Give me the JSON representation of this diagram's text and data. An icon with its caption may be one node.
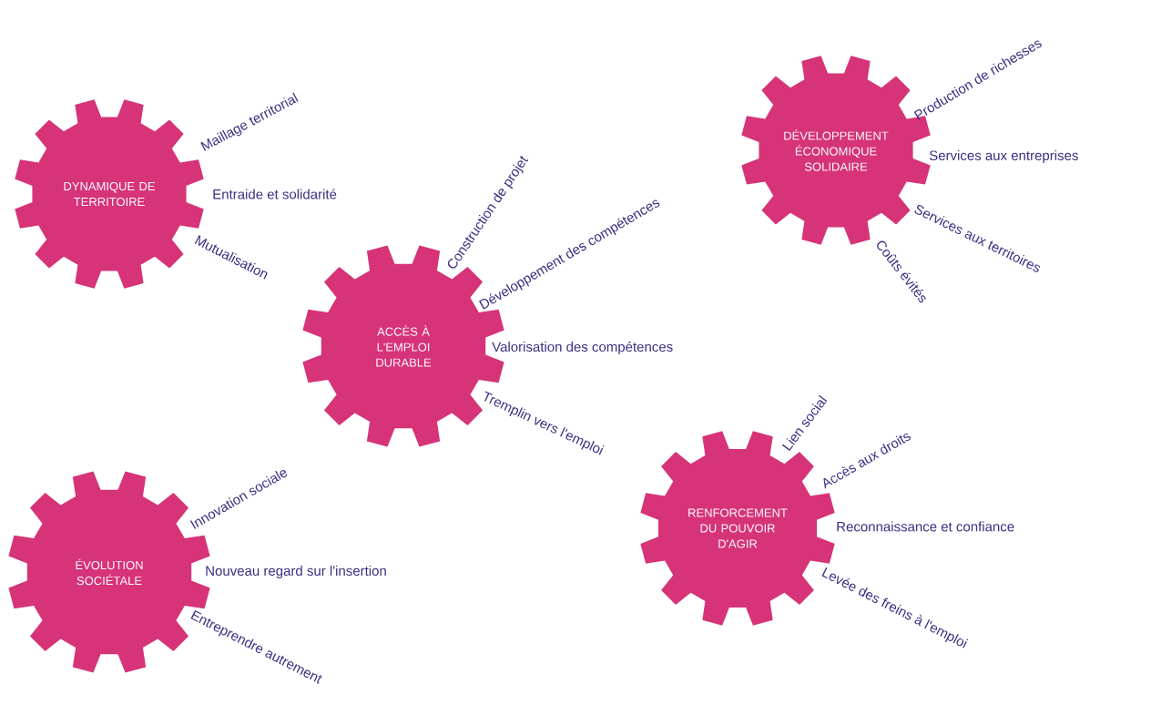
{
  "diagram": {
    "nodes": [
      {
        "text": [
          "DYNAMIQUE DE TERRITOIRE"
        ]
      },
      {
        "text": [
          "ACCÈS À L'EMPLOI DURABLE"
        ]
      },
      {
        "text": [
          "DÉVELOPPEMENT ÉCONOMIQUE SOLIDAIRE"
        ]
      },
      {
        "text": [
          "ÉVOLUTION SOCIÉTALE"
        ]
      },
      {
        "text": [
          "RENFORCEMENT DU POUVOIR D'AGIR"
        ]
      }
    ],
    "labels": [
      "Maillage territorial",
      "Entraide et solidarité",
      "Mutualisation",
      "Construction de projet",
      "Développement des compétences",
      "Valorisation des compétences",
      "Tremplin vers l'emploi",
      "Production de richesses",
      "Services aux entreprises",
      "Services aux territoires",
      "Coûts évités",
      "Innovation sociale",
      "Nouveau regard sur l'insertion",
      "Entreprendre autrement",
      "Lien social",
      "Accès aux droits",
      "Reconnaissance et confiance",
      "Levée des freins à l'emploi"
    ]
  }
}
